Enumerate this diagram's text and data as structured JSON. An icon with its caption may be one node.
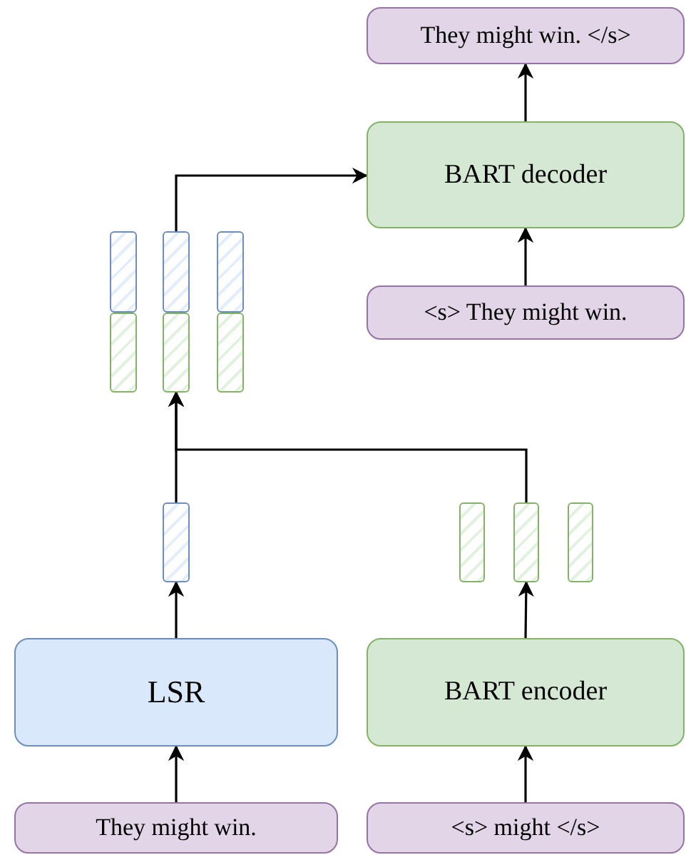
{
  "diagram": {
    "nodes": [
      {
        "text": [
          "They might win. </s>"
        ]
      },
      {
        "text": [
          "BART decoder"
        ]
      },
      {
        "text": [
          "<s> They might win."
        ]
      },
      {
        "text": [],
        "shape": "bar"
      },
      {
        "text": [],
        "shape": "bar"
      },
      {
        "text": [],
        "shape": "bar"
      },
      {
        "text": [],
        "shape": "bar"
      },
      {
        "text": [],
        "shape": "bar"
      },
      {
        "text": [],
        "shape": "bar"
      },
      {
        "text": [],
        "shape": "bar"
      },
      {
        "text": [
          "LSR"
        ]
      },
      {
        "text": [
          "BART encoder"
        ]
      },
      {
        "text": [
          "They might win."
        ]
      },
      {
        "text": [
          "<s> might </s>"
        ]
      }
    ],
    "edges": [
      {
        "from": 12,
        "to": 10,
        "arrow": "to"
      },
      {
        "from": 10,
        "to": 6,
        "arrow": "to"
      },
      {
        "from": 6,
        "to": 4,
        "arrow": "to"
      },
      {
        "from": 8,
        "to": 4,
        "arrow": "to"
      },
      {
        "from": 4,
        "to": 1,
        "arrow": "to"
      },
      {
        "from": 13,
        "to": 11,
        "arrow": "to"
      },
      {
        "from": 11,
        "to": 8,
        "arrow": "to"
      },
      {
        "from": 2,
        "to": 1,
        "arrow": "to"
      },
      {
        "from": 1,
        "to": 0,
        "arrow": "to"
      }
    ]
  }
}
